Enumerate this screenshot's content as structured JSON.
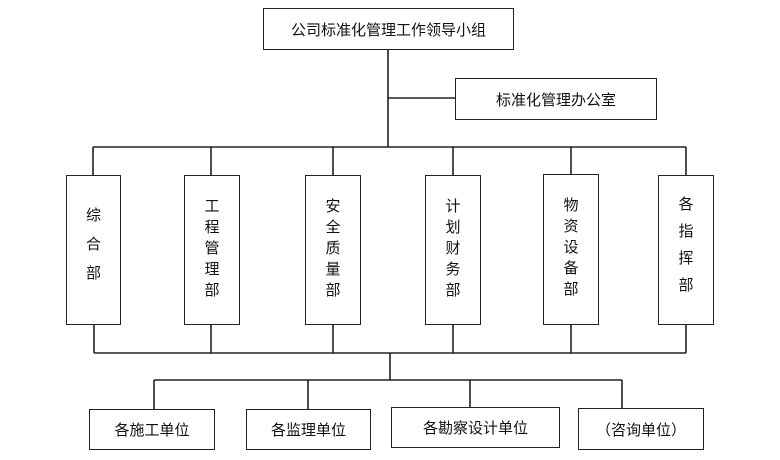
{
  "top": {
    "label": "公司标准化管理工作领导小组"
  },
  "office": {
    "label": "标准化管理办公室"
  },
  "departments": [
    {
      "label": "综合部"
    },
    {
      "label": "工程管理部"
    },
    {
      "label": "安全质量部"
    },
    {
      "label": "计划财务部"
    },
    {
      "label": "物资设备部"
    },
    {
      "label": "各指挥部"
    }
  ],
  "units": [
    {
      "label": "各施工单位"
    },
    {
      "label": "各监理单位"
    },
    {
      "label": "各勘察设计单位"
    },
    {
      "label": "（咨询单位）"
    }
  ],
  "colors": {
    "line": "#222222",
    "background": "#ffffff"
  }
}
